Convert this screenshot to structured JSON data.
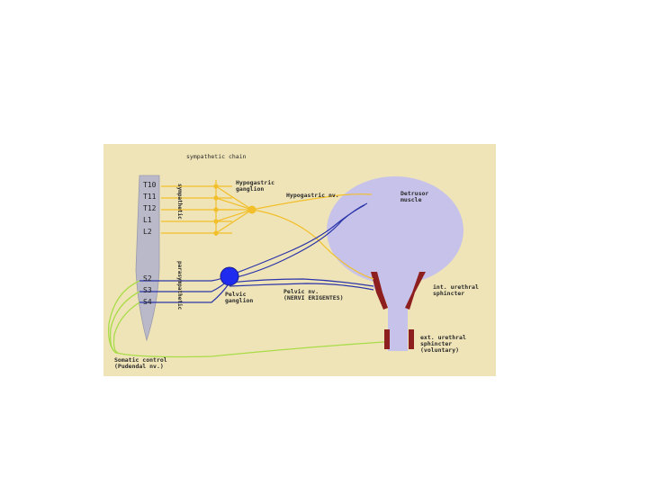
{
  "diagram": {
    "title": "sympathetic chain",
    "segments_upper": [
      "T10",
      "T11",
      "T12",
      "L1",
      "L2"
    ],
    "segments_lower": [
      "S2",
      "S3",
      "S4"
    ],
    "sympathetic_label": "sympathetic",
    "parasympathetic_label": "parasympathetic",
    "hypogastric_ganglion": [
      "Hypogastric",
      "ganglion"
    ],
    "hypogastric_nerve": "Hypogastric nv.",
    "detrusor": [
      "Detrusor",
      "muscle"
    ],
    "pelvic_ganglion": [
      "Pelvic",
      "ganglion"
    ],
    "pelvic_nerve": [
      "Pelvic nv.",
      "(NERVI ERIGENTES)"
    ],
    "int_sphincter": [
      "int. urethral",
      "sphincter"
    ],
    "ext_sphincter": [
      "ext. urethral",
      "sphincter",
      "(voluntary)"
    ],
    "somatic": [
      "Somatic control",
      "(Pudendal nv.)"
    ]
  },
  "colors": {
    "background": "#efe4b8",
    "sympathetic": "#f2bf2a",
    "parasympathetic": "#2b34a8",
    "somatic": "#a8dc48",
    "bladder": "#c6c2ea",
    "sphincter": "#8e1f1f",
    "cord": "#b9b9c9"
  }
}
